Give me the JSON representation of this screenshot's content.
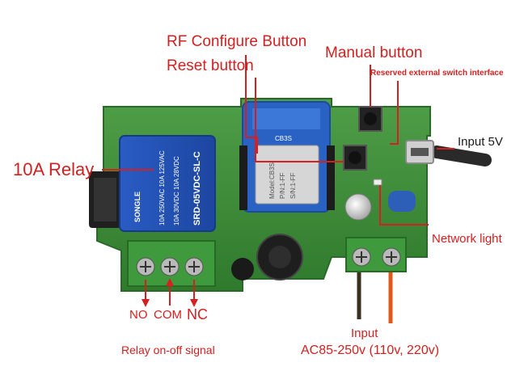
{
  "labels": {
    "rf_configure": "RF Configure Button",
    "reset": "Reset button",
    "manual": "Manual button",
    "reserved": "Reserved external switch interface",
    "input_5v": "Input 5V",
    "relay": "10A Relay",
    "network_light": "Network light",
    "no": "NO",
    "com": "COM",
    "nc": "NC",
    "relay_signal": "Relay on-off signal",
    "input": "Input",
    "ac_range": "AC85-250v (110v, 220v)"
  },
  "relay_markings": {
    "brand": "SONGLE",
    "line1": "10A 250VAC 10A 125VAC",
    "line2": "10A 30VDC 10A 28VDC",
    "model": "SRD-05VDC-SL-C"
  },
  "module_markings": {
    "top": "CB3S",
    "line1": "Model:CB3S",
    "line2": "P/N:1-FF",
    "line3": "S/N:1-FF"
  },
  "colors": {
    "annotation": "#d42020",
    "pcb": "#3f8a3a",
    "relay": "#2050b8",
    "module": "#2a62c4",
    "terminal": "#3e9a3c"
  }
}
